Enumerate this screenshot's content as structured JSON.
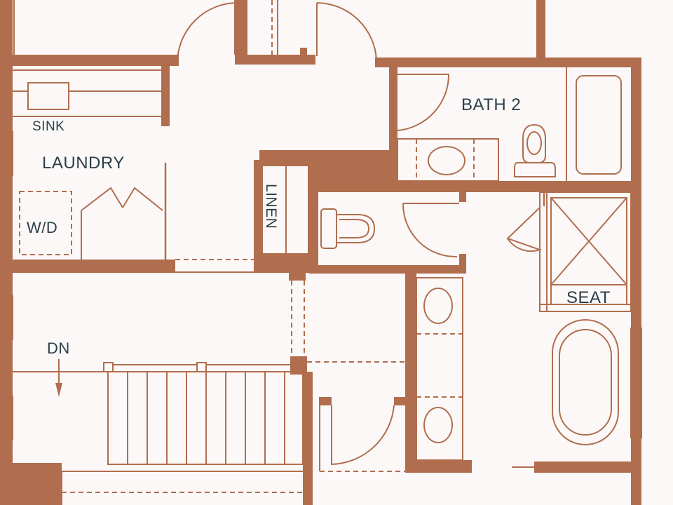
{
  "colors": {
    "wall": "#b06e4e",
    "floor": "#fcf8f8",
    "text": "#2b3f48"
  },
  "rooms": {
    "sink": "SINK",
    "laundry": "LAUNDRY",
    "washer_dryer": "W/D",
    "bath2": "BATH 2",
    "linen": "LINEN",
    "seat": "SEAT",
    "stairs_down": "DN"
  }
}
